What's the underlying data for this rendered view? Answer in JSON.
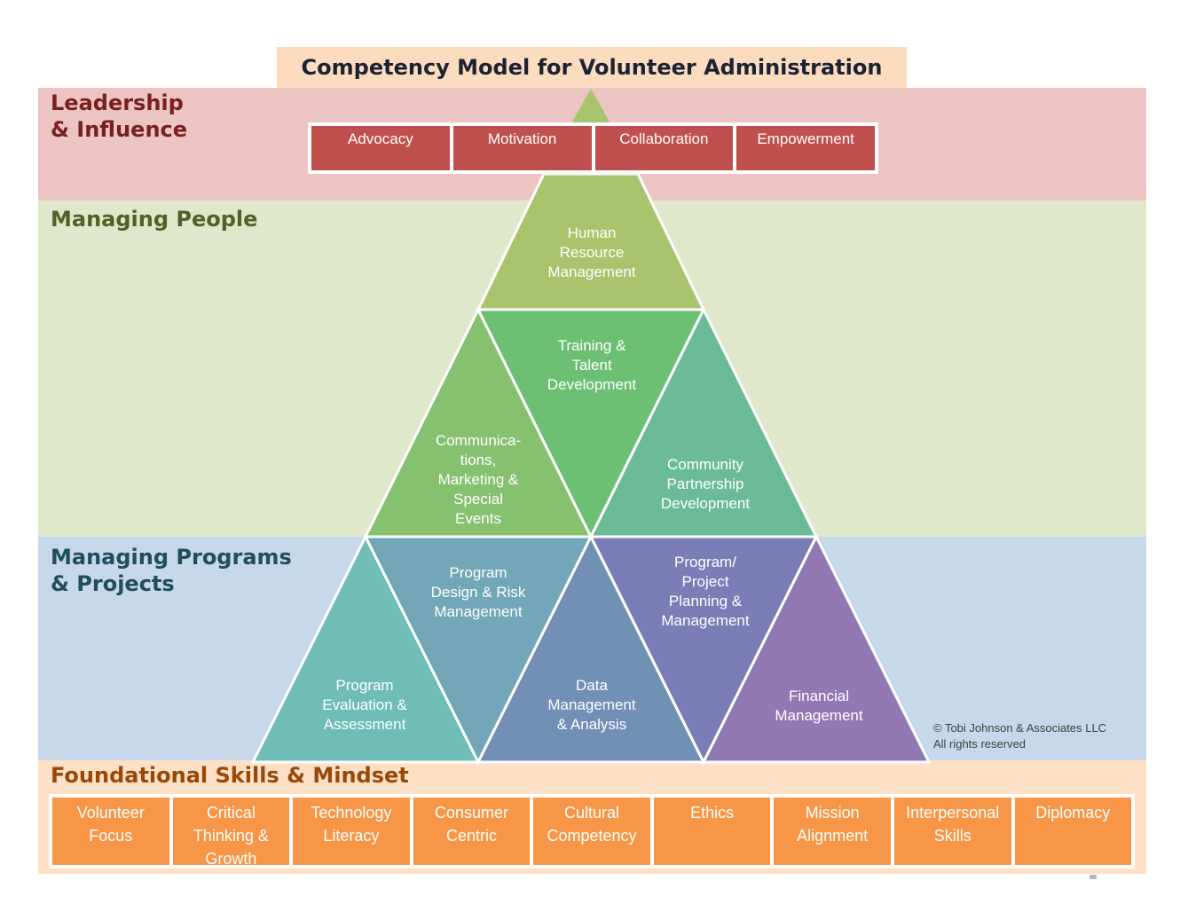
{
  "title": "Competency Model for Volunteer Administration",
  "colors": {
    "leadership_band": "#ecc4c4",
    "managing_people_band": "#e0e8cc",
    "programs_band": "#c6d8ea",
    "foundational_band": "#fde0c6",
    "leadership_title": "#7a1f1f",
    "people_title": "#4e6228",
    "programs_title": "#1f4e5f",
    "foundational_title": "#984807"
  },
  "bands": {
    "leadership": "Leadership\n& Influence",
    "managing_people": "Managing People",
    "managing_programs": "Managing Programs\n& Projects",
    "foundational": "Foundational Skills & Mindset"
  },
  "leadership_items": [
    "Advocacy",
    "Motivation",
    "Collaboration",
    "Empowerment"
  ],
  "triangles": {
    "human_resource": {
      "label": "Human\nResource\nManagement",
      "color": "#a9c46c"
    },
    "training": {
      "label": "Training &\nTalent\nDevelopment",
      "color": "#6dbf73"
    },
    "communications": {
      "label": "Communica-\ntions,\nMarketing &\nSpecial\nEvents",
      "color": "#86c170"
    },
    "community": {
      "label": "Community\nPartnership\nDevelopment",
      "color": "#6cbb98"
    },
    "program_design": {
      "label": "Program\nDesign & Risk\nManagement",
      "color": "#72a7b8"
    },
    "program_planning": {
      "label": "Program/\nProject\nPlanning &\nManagement",
      "color": "#7b7db7"
    },
    "program_evaluation": {
      "label": "Program\nEvaluation &\nAssessment",
      "color": "#6fbdb6"
    },
    "data_management": {
      "label": "Data\nManagement\n& Analysis",
      "color": "#7290b6"
    },
    "financial": {
      "label": "Financial\nManagement",
      "color": "#9179b3"
    },
    "apex_color": "#a9c46c"
  },
  "foundational_items": [
    "Volunteer\nFocus",
    "Critical\nThinking &\nGrowth",
    "Technology\nLiteracy",
    "Consumer\nCentric",
    "Cultural\nCompetency",
    "Ethics",
    "Mission\nAlignment",
    "Interpersonal\nSkills",
    "Diplomacy"
  ],
  "copyright": "© Tobi Johnson & Associates LLC\nAll rights reserved"
}
